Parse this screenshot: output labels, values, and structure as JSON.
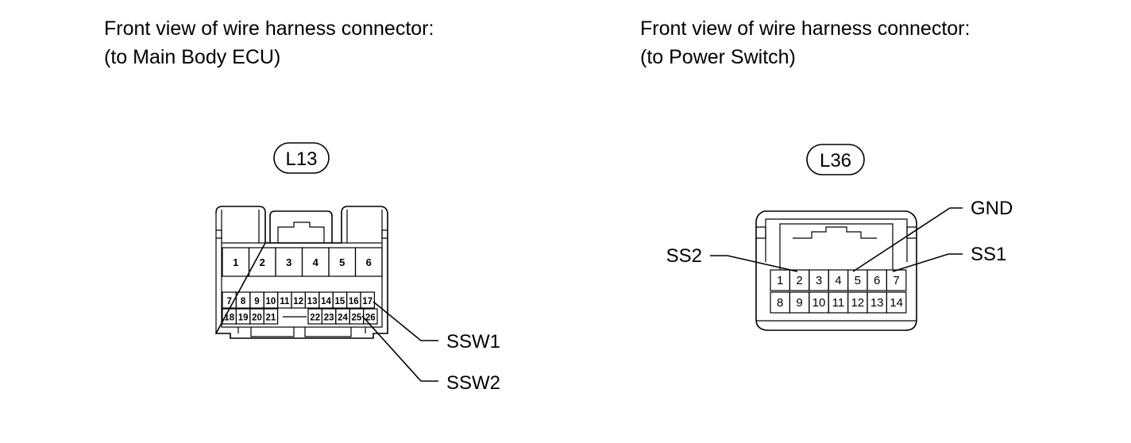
{
  "left": {
    "caption_line1": "Front view of wire harness connector:",
    "caption_line2": "(to Main Body ECU)",
    "connector_code": "L13",
    "pins_top": [
      "1",
      "2",
      "3",
      "4",
      "5",
      "6"
    ],
    "pins_mid": [
      "7",
      "8",
      "9",
      "10",
      "11",
      "12",
      "13",
      "14",
      "15",
      "16",
      "17"
    ],
    "pins_low_left": [
      "18",
      "19",
      "20",
      "21"
    ],
    "pins_low_right": [
      "22",
      "23",
      "24",
      "25",
      "26"
    ],
    "callouts": [
      "SSW1",
      "SSW2"
    ]
  },
  "right": {
    "caption_line1": "Front view of wire harness connector:",
    "caption_line2": "(to Power Switch)",
    "connector_code": "L36",
    "pins_row1": [
      "1",
      "2",
      "3",
      "4",
      "5",
      "6",
      "7"
    ],
    "pins_row2": [
      "8",
      "9",
      "10",
      "11",
      "12",
      "13",
      "14"
    ],
    "callouts": [
      "SS2",
      "GND",
      "SS1"
    ]
  }
}
